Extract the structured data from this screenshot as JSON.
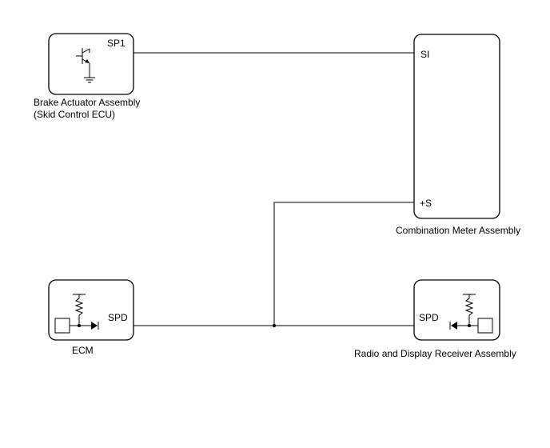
{
  "components": {
    "brake_actuator": {
      "name_line1": "Brake Actuator Assembly",
      "name_line2": "(Skid Control ECU)",
      "pin": "SP1"
    },
    "combination_meter": {
      "name": "Combination Meter Assembly",
      "pin_si": "SI",
      "pin_s": "+S"
    },
    "ecm": {
      "name": "ECM",
      "pin": "SPD"
    },
    "radio_receiver": {
      "name": "Radio and Display Receiver Assembly",
      "pin": "SPD"
    }
  }
}
